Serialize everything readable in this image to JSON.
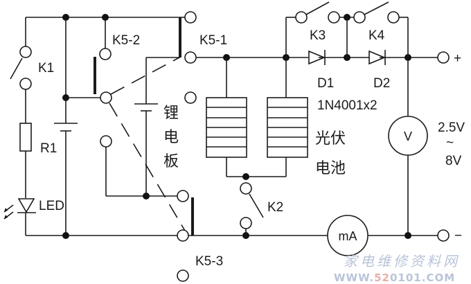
{
  "diagram": {
    "type": "circuit-schematic",
    "description": "Lithium battery charging / photovoltaic cell test circuit",
    "labels": {
      "k1": "K1",
      "k2": "K2",
      "k3": "K3",
      "k4": "K4",
      "k5_1": "K5-1",
      "k5_2": "K5-2",
      "k5_3": "K5-3",
      "r1": "R1",
      "led": "LED",
      "d1": "D1",
      "d2": "D2",
      "diode_part": "1N4001x2",
      "li_battery": [
        "锂",
        "电",
        "板"
      ],
      "pv_cell": [
        "光伏",
        "电池"
      ],
      "voltmeter": "V",
      "ammeter": "mA",
      "voltage_range_top": "2.5V",
      "voltage_range_sep": "~",
      "voltage_range_bottom": "8V",
      "plus_terminal": "+",
      "minus_terminal": "−"
    },
    "watermark": {
      "line1": "家电维修资料网",
      "line2_prefix": "WWW.",
      "line2_accent": "52",
      "line2_suffix": "0101.COM"
    },
    "components": [
      {
        "id": "K1",
        "kind": "switch",
        "state": "open"
      },
      {
        "id": "K2",
        "kind": "switch",
        "state": "open"
      },
      {
        "id": "K3",
        "kind": "switch",
        "state": "open",
        "across": "D1"
      },
      {
        "id": "K4",
        "kind": "switch",
        "state": "open",
        "across": "D2"
      },
      {
        "id": "K5",
        "kind": "3-pole ganged switch",
        "poles": [
          "K5-1",
          "K5-2",
          "K5-3"
        ]
      },
      {
        "id": "R1",
        "kind": "resistor"
      },
      {
        "id": "LED",
        "kind": "light-emitting diode"
      },
      {
        "id": "D1",
        "kind": "diode",
        "part": "1N4001"
      },
      {
        "id": "D2",
        "kind": "diode",
        "part": "1N4001"
      },
      {
        "id": "BAT1",
        "kind": "battery cell",
        "note": "left cell"
      },
      {
        "id": "BAT2",
        "kind": "battery (锂电板)"
      },
      {
        "id": "PV1",
        "kind": "photovoltaic panel"
      },
      {
        "id": "PV2",
        "kind": "photovoltaic panel"
      },
      {
        "id": "VM",
        "kind": "voltmeter"
      },
      {
        "id": "AM",
        "kind": "milliammeter"
      }
    ]
  }
}
